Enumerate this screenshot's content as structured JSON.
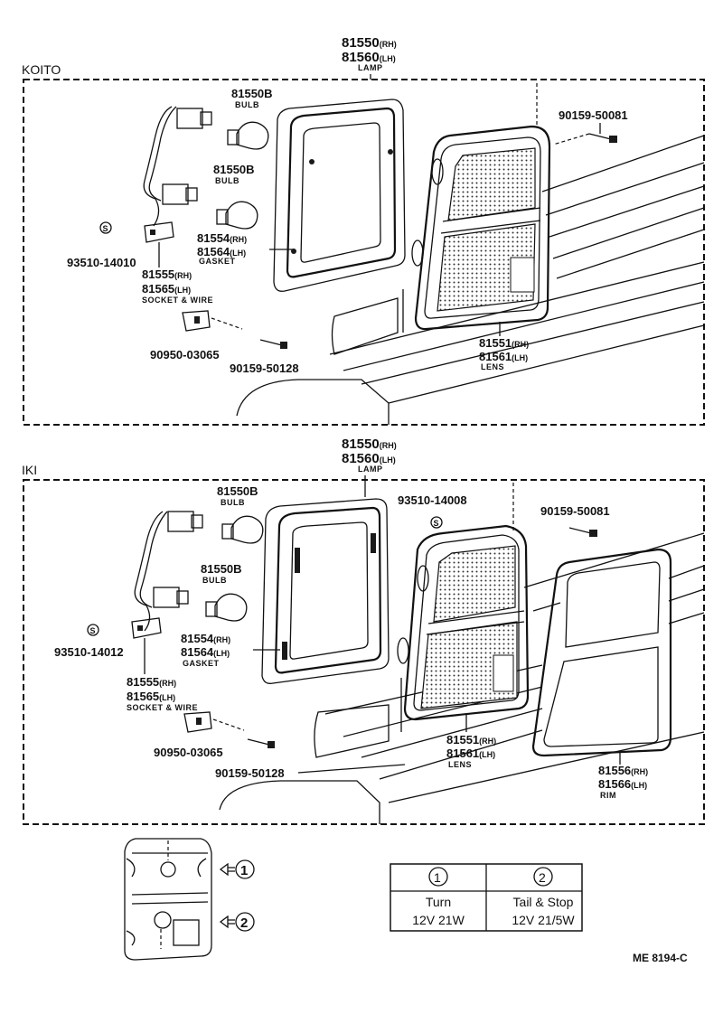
{
  "sections": [
    {
      "id": "koito",
      "title": "KOITO",
      "parts": {
        "lamp": {
          "line1": "81550",
          "rh": "(RH)",
          "line2": "81560",
          "lh": "(LH)",
          "name": "LAMP"
        },
        "bulb_top": {
          "num": "81550B",
          "name": "BULB"
        },
        "bulb_bottom": {
          "num": "81550B",
          "name": "BULB"
        },
        "gasket": {
          "line1": "81554",
          "rh": "(RH)",
          "line2": "81564",
          "lh": "(LH)",
          "name": "GASKET"
        },
        "screw_a": {
          "num": "93510-14010"
        },
        "socket": {
          "line1": "81555",
          "rh": "(RH)",
          "line2": "81565",
          "lh": "(LH)",
          "name": "SOCKET & WIRE"
        },
        "clip": {
          "num": "90950-03065"
        },
        "screw_b": {
          "num": "90159-50128"
        },
        "screw_c": {
          "num": "90159-50081"
        },
        "lens": {
          "line1": "81551",
          "rh": "(RH)",
          "line2": "81561",
          "lh": "(LH)",
          "name": "LENS"
        }
      }
    },
    {
      "id": "iki",
      "title": "IKI",
      "parts": {
        "lamp": {
          "line1": "81550",
          "rh": "(RH)",
          "line2": "81560",
          "lh": "(LH)",
          "name": "LAMP"
        },
        "bulb_top": {
          "num": "81550B",
          "name": "BULB"
        },
        "bulb_bottom": {
          "num": "81550B",
          "name": "BULB"
        },
        "gasket": {
          "line1": "81554",
          "rh": "(RH)",
          "line2": "81564",
          "lh": "(LH)",
          "name": "GASKET"
        },
        "screw_a": {
          "num": "93510-14012"
        },
        "screw_top": {
          "num": "93510-14008"
        },
        "socket": {
          "line1": "81555",
          "rh": "(RH)",
          "line2": "81565",
          "lh": "(LH)",
          "name": "SOCKET & WIRE"
        },
        "clip": {
          "num": "90950-03065"
        },
        "screw_b": {
          "num": "90159-50128"
        },
        "screw_c": {
          "num": "90159-50081"
        },
        "lens": {
          "line1": "81551",
          "rh": "(RH)",
          "line2": "81561",
          "lh": "(LH)",
          "name": "LENS"
        },
        "rim": {
          "line1": "81556",
          "rh": "(RH)",
          "line2": "81566",
          "lh": "(LH)",
          "name": "RIM"
        }
      }
    }
  ],
  "screw_symbol": "S",
  "legend": {
    "markers": [
      "1",
      "2"
    ],
    "table": {
      "headers": [
        "1",
        "2"
      ],
      "rows": [
        [
          "Turn",
          "Tail & Stop"
        ],
        [
          "12V 21W",
          "12V 21/5W"
        ]
      ]
    }
  },
  "footer_code": "ME 8194-C"
}
